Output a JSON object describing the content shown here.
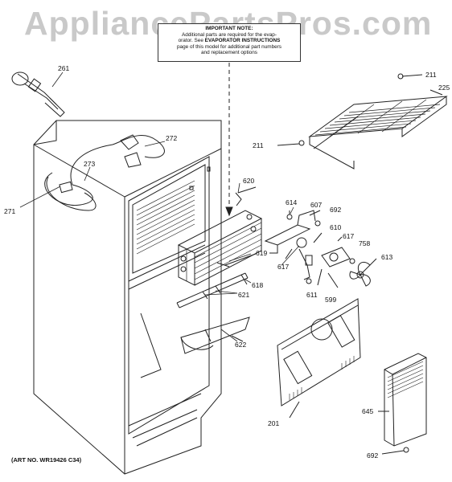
{
  "watermark": "AppliancePartsPros.com",
  "note": {
    "title": "IMPORTANT NOTE:",
    "line1": "Additional parts are required for the evap-",
    "line2a": "orator. See ",
    "line2b": "EVAPORATOR INSTRUCTIONS",
    "line3": "page of this model for additional part numbers",
    "line4": "and replacement options"
  },
  "art_number": "(ART NO. WR19426 C34)",
  "callouts": {
    "c261": "261",
    "c272": "272",
    "c273": "273",
    "c271": "271",
    "c211a": "211",
    "c211b": "211",
    "c225": "225",
    "c620": "620",
    "c614": "614",
    "c607": "607",
    "c692a": "692",
    "c610": "610",
    "c617a": "617",
    "c617b": "617",
    "c758": "758",
    "c613": "613",
    "c619": "619",
    "c618": "618",
    "c621": "621",
    "c611": "611",
    "c599": "599",
    "c622": "622",
    "c201": "201",
    "c645": "645",
    "c692b": "692"
  }
}
